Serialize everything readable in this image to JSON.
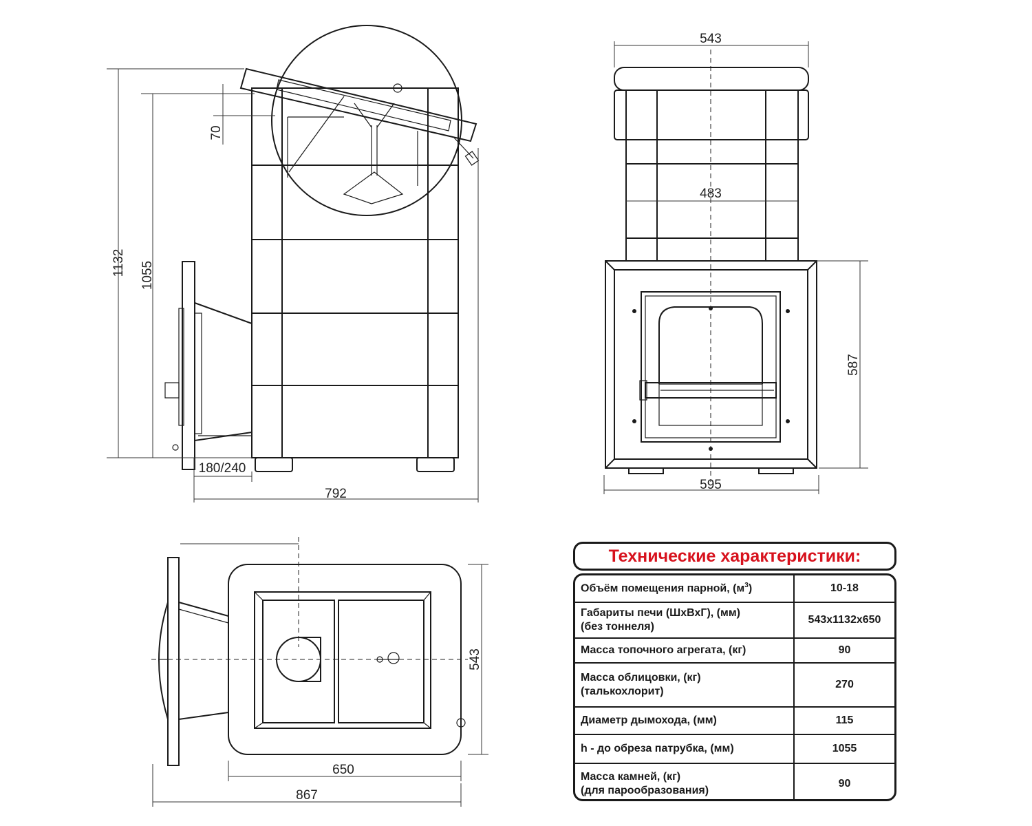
{
  "dimensions": {
    "side_height_total": "1132",
    "side_height_outlet": "1055",
    "side_offset": "70",
    "tunnel_length": "180/240",
    "side_depth_total": "792",
    "front_width_top": "543",
    "front_width_inner": "483",
    "front_height_lower": "587",
    "front_width_base": "595",
    "plan_depth_body": "650",
    "plan_depth_total": "867",
    "plan_width": "543"
  },
  "spec_table": {
    "title": "Технические характеристики:",
    "rows": [
      {
        "label": "Объём помещения парной, (м",
        "sup": "3",
        "label_end": ")",
        "value": "10-18"
      },
      {
        "label": "Габариты печи (ШхВхГ), (мм)\n (без тоннеля)",
        "value": "543x1132x650"
      },
      {
        "label": "Масса топочного агрегата, (кг)",
        "value": "90"
      },
      {
        "label": "Масса облицовки, (кг)\n(талькохлорит)",
        "value": "270"
      },
      {
        "label": "Диаметр дымохода, (мм)",
        "value": "115"
      },
      {
        "label": "h - до обреза патрубка, (мм)",
        "value": "1055"
      },
      {
        "label": "Масса камней, (кг)\n(для парообразования)",
        "value": "90"
      }
    ],
    "colors": {
      "title": "#d7121d",
      "border": "#1a1a1a"
    }
  }
}
